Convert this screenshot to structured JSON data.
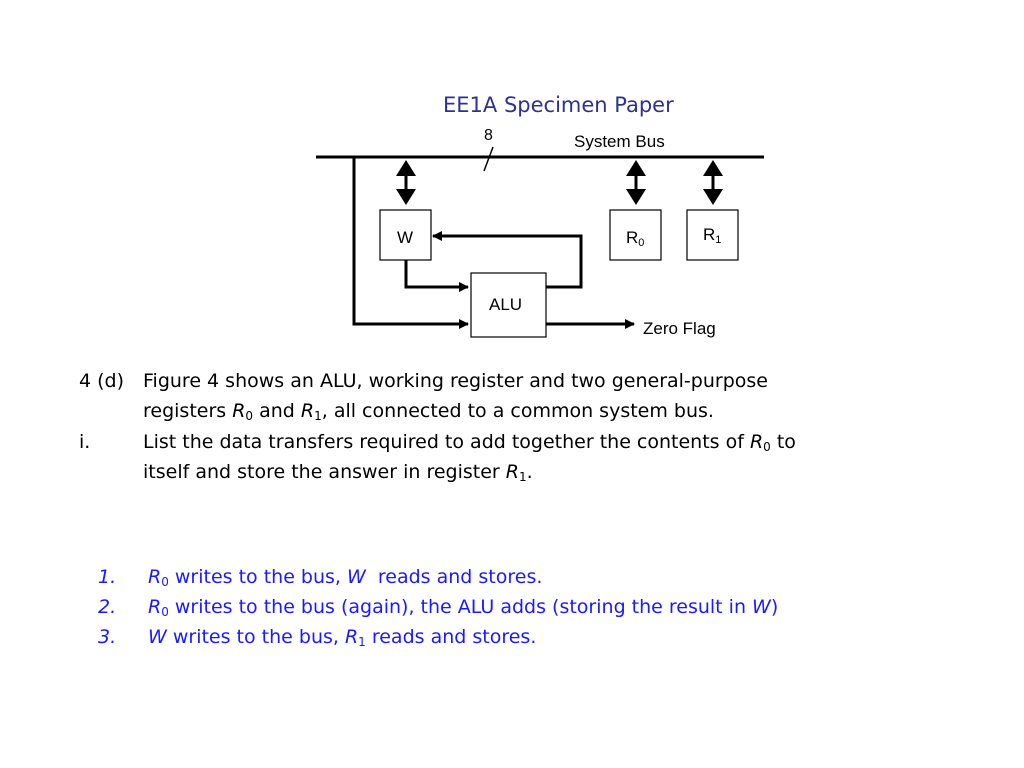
{
  "title": "EE1A Specimen Paper",
  "diagram": {
    "bus_label": "System Bus",
    "bus_width": "8",
    "w_label": "W",
    "alu_label": "ALU",
    "r0_label": "R",
    "r0_sub": "0",
    "r1_label": "R",
    "r1_sub": "1",
    "zero_flag_label": "Zero Flag"
  },
  "question": {
    "number": "4 (d)",
    "line1": "Figure 4 shows an ALU, working register and two general-purpose",
    "line2_a": "registers ",
    "r": "R",
    "sub0": "0",
    "sub1": "1",
    "line2_and": " and ",
    "line2_b": ", all connected to a common system bus.",
    "part_label": "i.",
    "line3_a": "List the data transfers required to add together the contents of ",
    "line3_b": " to",
    "line4_a": "itself and store the answer in register ",
    "line4_b": "."
  },
  "answers": [
    {
      "number": "1.",
      "reg": "R",
      "reg_sub": "0",
      "text_a": " writes to the bus, ",
      "w": "W",
      "text_b": "  reads and stores."
    },
    {
      "number": "2.",
      "reg": "R",
      "reg_sub": "0",
      "text_a": " writes to the bus (again), the ALU adds (storing the result in ",
      "w": "W",
      "text_b": ")"
    },
    {
      "number": "3.",
      "w": "W",
      "text_a": " writes to the bus, ",
      "reg": "R",
      "reg_sub": "1",
      "text_b": " reads and stores."
    }
  ]
}
